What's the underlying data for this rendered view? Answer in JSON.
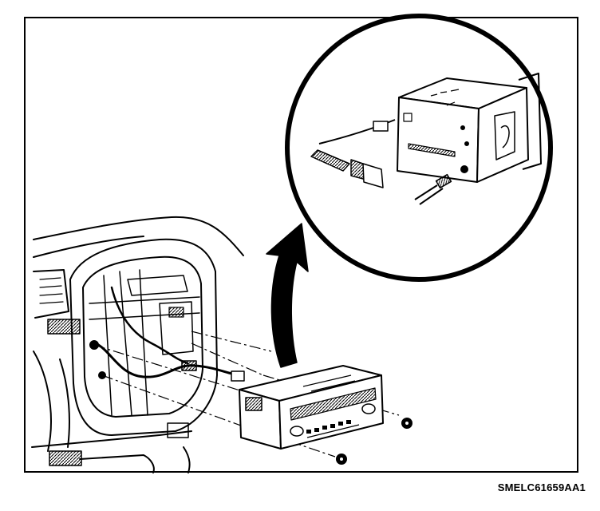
{
  "figure": {
    "caption_code": "SMELC61659AA1"
  },
  "components": {
    "dashboard": "dashboard-opening-illustration",
    "radio": "radio-head-unit-illustration",
    "detail": "rear-connector-detail-illustration",
    "arrow": "curved-callout-arrow",
    "fasteners": "mounting-screw-illustrations"
  }
}
